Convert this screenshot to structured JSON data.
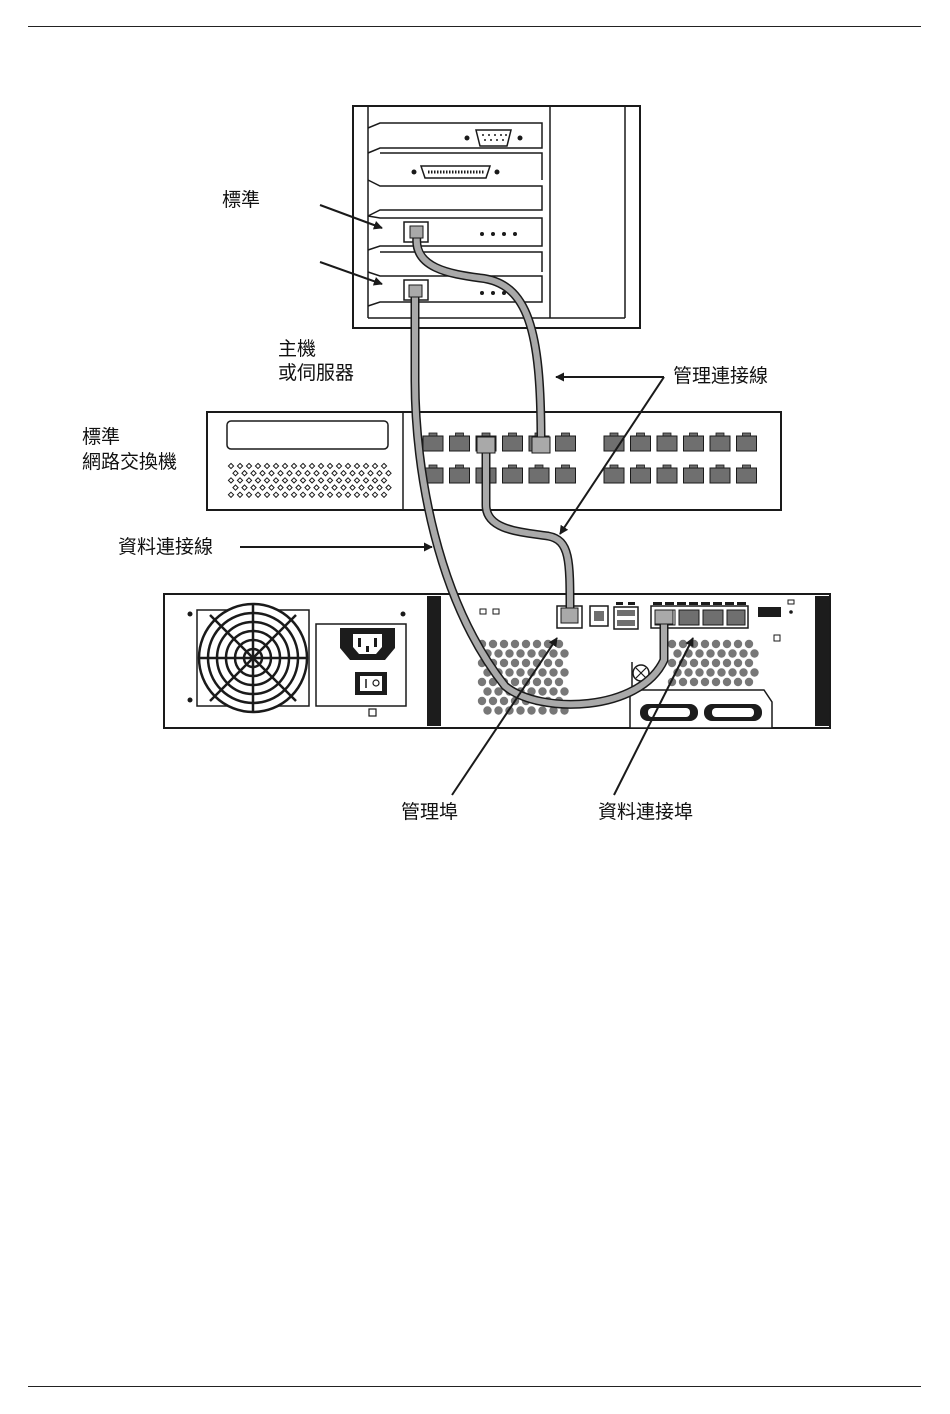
{
  "labels": {
    "standard_nic": "標準",
    "host_line1": "主機",
    "host_line2": "或伺服器",
    "switch_line1": "標準",
    "switch_line2": "網路交換機",
    "mgmt_cable": "管理連接線",
    "data_cable": "資料連接線",
    "mgmt_port": "管理埠",
    "data_port": "資料連接埠"
  },
  "colors": {
    "line": "#1a1a1a",
    "cable": "#a9a9a9",
    "port_fill": "#6f6f6f",
    "dark_panel": "#1c1c1c",
    "vent": "#777777"
  }
}
